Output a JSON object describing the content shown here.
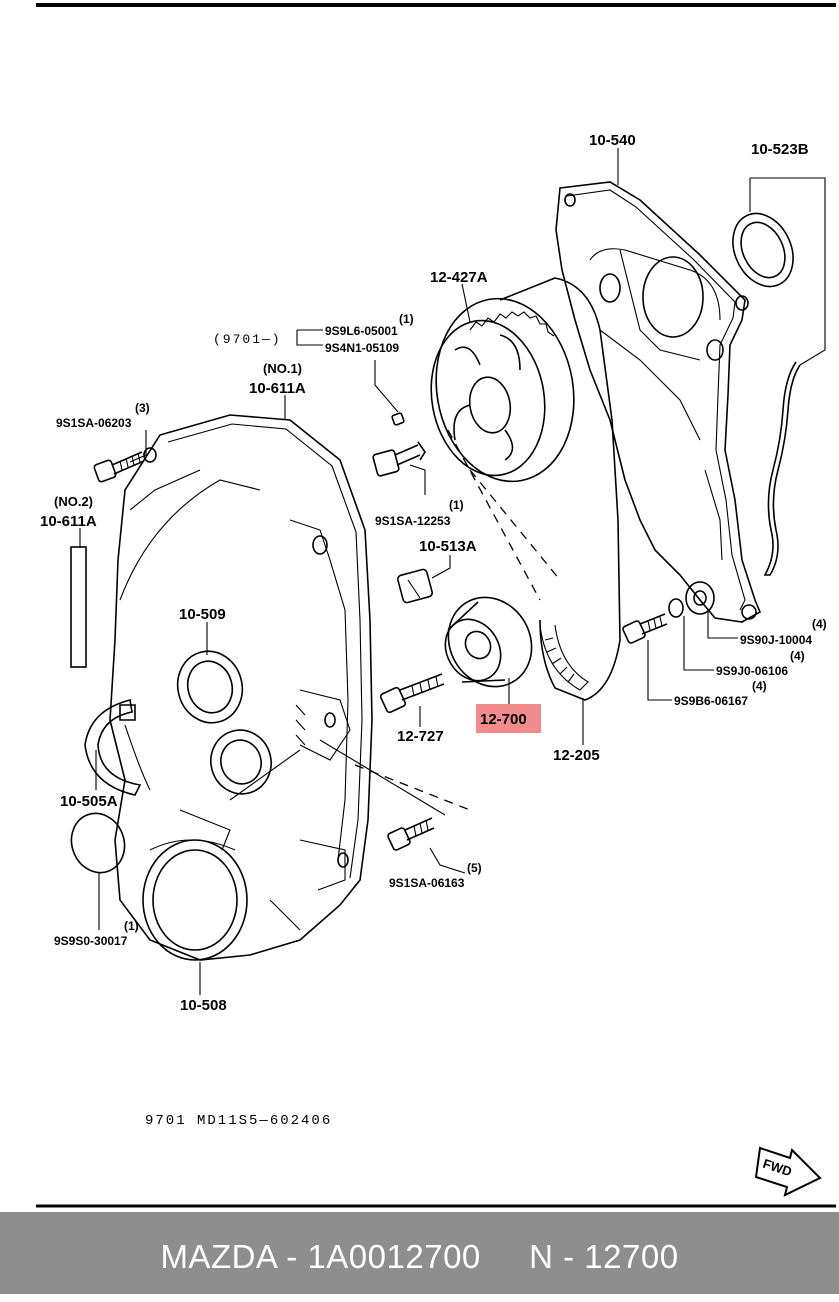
{
  "diagram": {
    "labels": {
      "p10_540": "10-540",
      "p10_523b": "10-523B",
      "p12_427a": "12-427A",
      "q1_a": "(1)",
      "code_9701": "(9701—)",
      "p9s9l6": "9S9L6-05001",
      "p9s4n1": "9S4N1-05109",
      "no1": "(NO.1)",
      "p10_611a_1": "10-611A",
      "q3": "(3)",
      "p9s1sa_06203": "9S1SA-06203",
      "no2": "(NO.2)",
      "p10_611a_2": "10-611A",
      "q1_b": "(1)",
      "p9s1sa_12253": "9S1SA-12253",
      "p10_513a": "10-513A",
      "p10_509": "10-509",
      "q4_a": "(4)",
      "p9s90j": "9S90J-10004",
      "q4_b": "(4)",
      "p9s9j0": "9S9J0-06106",
      "q4_c": "(4)",
      "p9s9b6": "9S9B6-06167",
      "p12_700": "12-700",
      "p12_727": "12-727",
      "p12_205": "12-205",
      "p10_505a": "10-505A",
      "q5": "(5)",
      "p9s1sa_06163": "9S1SA-06163",
      "q1_c": "(1)",
      "p9s9s0": "9S9S0-30017",
      "p10_508": "10-508",
      "fwd": "FWD"
    },
    "drawing_code": "9701 MD11S5—602406",
    "highlight_color": "#f28b8b"
  },
  "footer": {
    "text": "MAZDA - 1A0012700     N - 12700",
    "background": "#8e8e8e"
  }
}
